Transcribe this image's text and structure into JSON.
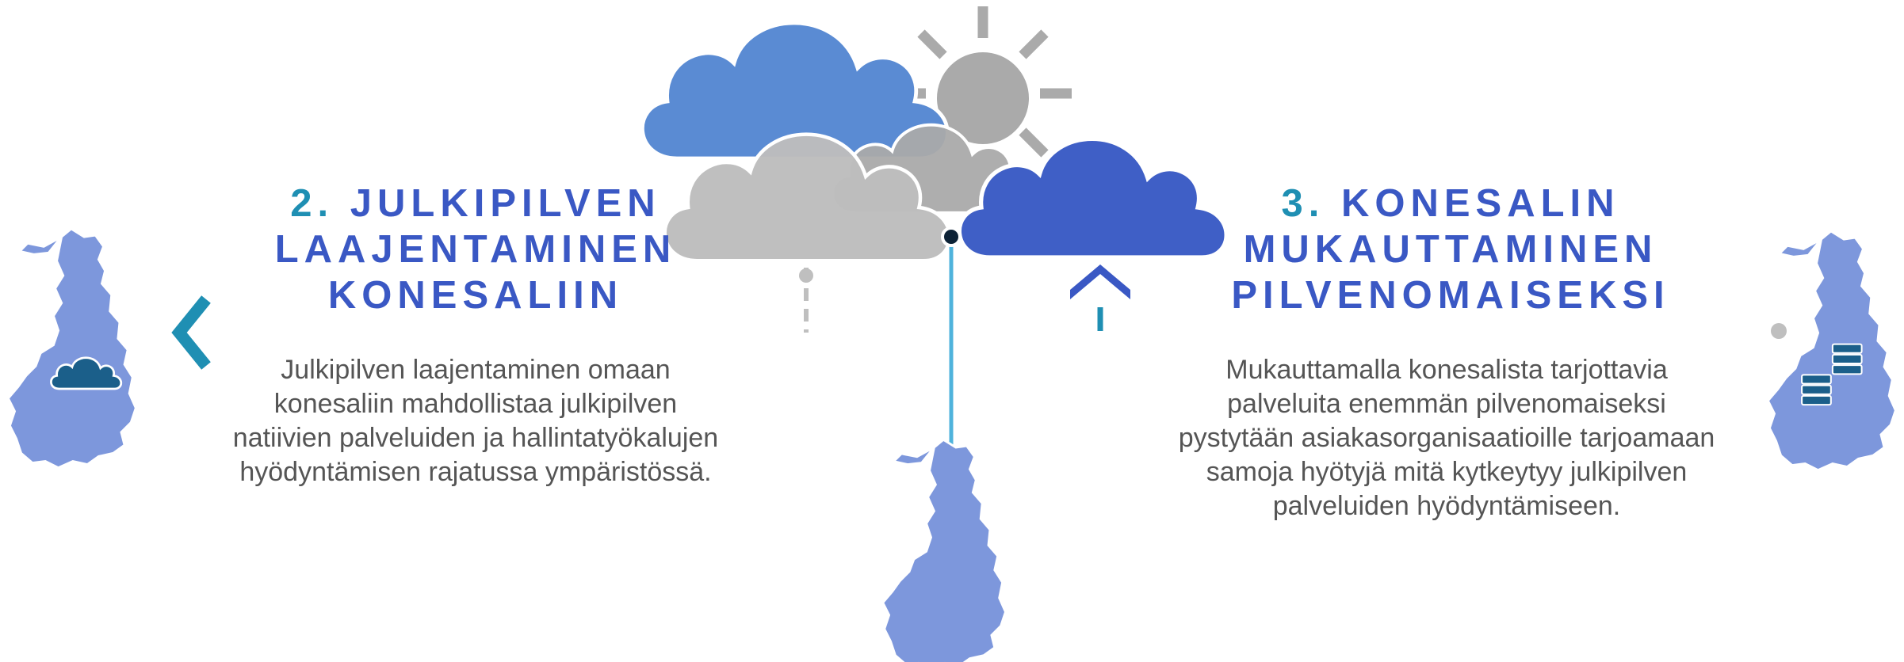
{
  "left": {
    "heading_num": "2.",
    "heading_lines": [
      "JULKIPILVEN",
      "LAAJENTAMINEN",
      "KONESALIIN"
    ],
    "body_lines": [
      "Julkipilven laajentaminen omaan",
      "konesaliin mahdollistaa julkipilven",
      "natiivien palveluiden ja hallintatyökalujen",
      "hyödyntämisen rajatussa ympäristössä."
    ]
  },
  "right": {
    "heading_num": "3.",
    "heading_lines": [
      "KONESALIN",
      "MUKAUTTAMINEN",
      "PILVENOMAISEKSI"
    ],
    "body_lines": [
      "Mukauttamalla konesalista tarjottavia",
      "palveluita enemmän pilvenomaiseksi",
      "pystytään asiakasorganisaatioille tarjoamaan",
      "samoja hyötyjä mitä kytkeytyy julkipilven",
      "palveluiden hyödyntämiseen."
    ]
  },
  "icons": {
    "left_map": "finland-map-with-cloud-icon",
    "center_map": "finland-map-icon",
    "right_map": "finland-map-with-servers-icon",
    "weather": "clouds-and-sun-icon"
  },
  "colors": {
    "map_fill": "#7d97dc",
    "cloud_blue": "#5a8bd3",
    "cloud_grey": "#bdbdbd",
    "cloud_dark_blue": "#3f5fc6",
    "sun_grey": "#aaaaaa",
    "heading_num": "#1f8fb3",
    "heading_text": "#3a58c4",
    "connector_teal": "#1f8fb3",
    "connector_grey": "#bfbfbf"
  }
}
